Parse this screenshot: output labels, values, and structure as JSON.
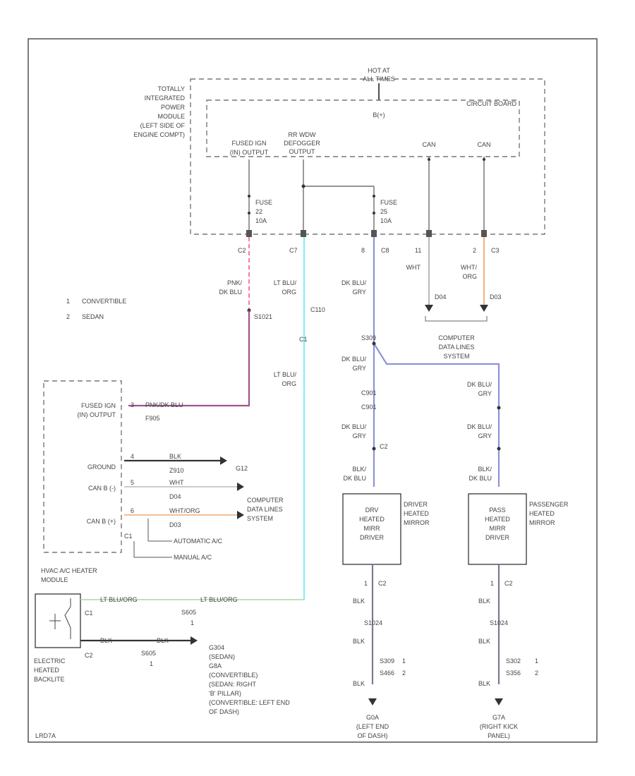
{
  "pdm": {
    "name": [
      "TOTALLY",
      "INTEGRATED",
      "POWER",
      "MODULE",
      "(LEFT SIDE OF",
      "ENGINE COMPT)"
    ],
    "hot_at": [
      "HOT AT",
      "ALL TIMES"
    ],
    "circuit_board": "CIRCUIT BOARD",
    "bus": "B(+)",
    "fused_ign_output": [
      "FUSED IGN",
      "(IN) OUTPUT"
    ],
    "rr_window_defogger": [
      "RR WDW",
      "DEFOGGER",
      "OUTPUT"
    ],
    "can_l": "CAN",
    "can_h": "CAN",
    "fuse_a": [
      "FUSE",
      "22",
      "10A"
    ],
    "fuse_b": [
      "FUSE",
      "25",
      "10A"
    ],
    "pin_c2": "C2",
    "pin_c7": "C7",
    "pin_8": "8",
    "pin_c8": "C8",
    "pin_11": "11",
    "pin_2": "2",
    "pin_c3": "C3"
  },
  "legend": {
    "n1": "1",
    "t1": "CONVERTIBLE",
    "n2": "2",
    "t2": "SEDAN"
  },
  "wires": {
    "pnk_dkblu": [
      "PNK/",
      "DK BLU"
    ],
    "s1021": "S1021",
    "ltblu_org_a": [
      "LT BLU/",
      "ORG"
    ],
    "c110": "C110",
    "c1": "C1",
    "ltblu_org_b": [
      "LT BLU/",
      "ORG"
    ],
    "dkblu_gry_a": [
      "DK BLU/",
      "GRY"
    ],
    "s309": "S309",
    "dkblu_gry_b": [
      "DK BLU/",
      "GRY"
    ],
    "dkblu_gry_c": [
      "DK BLU/",
      "GRY"
    ],
    "dkblu_gry_d": [
      "DK BLU/",
      "GRY"
    ],
    "dkblu_gry_e": [
      "DK BLU/",
      "GRY"
    ],
    "blk_dkblu_a": [
      "BLK/",
      "DK BLU"
    ],
    "blk_dkblu_b": [
      "BLK/",
      "DK BLU"
    ],
    "c901_a": "C901",
    "c901_b": "C901",
    "c2_p": "C2",
    "wht": "WHT",
    "wht_org": [
      "WHT/",
      "ORG"
    ],
    "d04": "D04",
    "d03": "D03",
    "computer_data_1": [
      "COMPUTER",
      "DATA LINES",
      "SYSTEM"
    ]
  },
  "hvac": {
    "title": [
      "HVAC A/C HEATER",
      "MODULE"
    ],
    "fused_ign": [
      "FUSED IGN",
      "(IN) OUTPUT"
    ],
    "pin_3": "3",
    "wire_pnk_dkblu": "PNK/DK BLU",
    "f905": "F905",
    "ground": "GROUND",
    "pin_4": "4",
    "blk": "BLK",
    "z910": "Z910",
    "g12": "G12",
    "can_b_minus": "CAN B (-)",
    "pin_5": "5",
    "wht2": "WHT",
    "d04b": "D04",
    "can_b_plus": "CAN B (+)",
    "pin_6": "6",
    "wht_org2": "WHT/ORG",
    "d03b": "D03",
    "c1b": "C1",
    "computer_data_2": [
      "COMPUTER",
      "DATA LINES",
      "SYSTEM"
    ],
    "auto_ac": "AUTOMATIC A/C",
    "manual_ac": "MANUAL A/C"
  },
  "backlite": {
    "label": [
      "ELECTRIC",
      "HEATED",
      "BACKLITE"
    ],
    "c1": "C1",
    "c2": "C2",
    "ltblu_org_1": "LT BLU/ORG",
    "ltblu_org_2": "LT BLU/ORG",
    "s605": "S605",
    "one": "1",
    "blk_a": "BLK",
    "blk_b": "BLK",
    "s605b": "S605",
    "one_b": "1",
    "ground_text": [
      "G304",
      "(SEDAN)",
      "G8A",
      "(CONVERTIBLE)",
      "(SEDAN: RIGHT",
      "'B' PILLAR)",
      "(CONVERTIBLE: LEFT END",
      "OF DASH)"
    ]
  },
  "driver": {
    "module": [
      "DRV",
      "HEATED",
      "MIRR",
      "DRIVER"
    ],
    "side": [
      "DRIVER",
      "HEATED",
      "MIRROR"
    ],
    "c2": "C2",
    "one": "1",
    "blk1": "BLK",
    "blk2": "BLK",
    "blk3": "BLK",
    "s1": "S1024",
    "s2": "S309",
    "s3": "S466",
    "n1": "1",
    "n2": "2",
    "g_text": [
      "G0A",
      "(LEFT END",
      "OF DASH)"
    ]
  },
  "passenger": {
    "module": [
      "PASS",
      "HEATED",
      "MIRR",
      "DRIVER"
    ],
    "side": [
      "PASSENGER",
      "HEATED",
      "MIRROR"
    ],
    "c2": "C2",
    "one": "1",
    "blk1": "BLK",
    "blk2": "BLK",
    "blk3": "BLK",
    "s1": "S1024",
    "s2": "S302",
    "s3": "S356",
    "n1": "1",
    "n2": "2",
    "g_text": [
      "G7A",
      "(RIGHT KICK",
      "PANEL)"
    ]
  },
  "wire_colors": {
    "pink": "#ff7aa8",
    "dk_blue": "#8a93d8",
    "lt_blue": "#7ef0f5",
    "orange": "#f2b58a",
    "violet": "#a0528c",
    "gray": "#7a7a90",
    "green": "#a8d8a8",
    "black": "#333333"
  },
  "footer": "LRD7A"
}
